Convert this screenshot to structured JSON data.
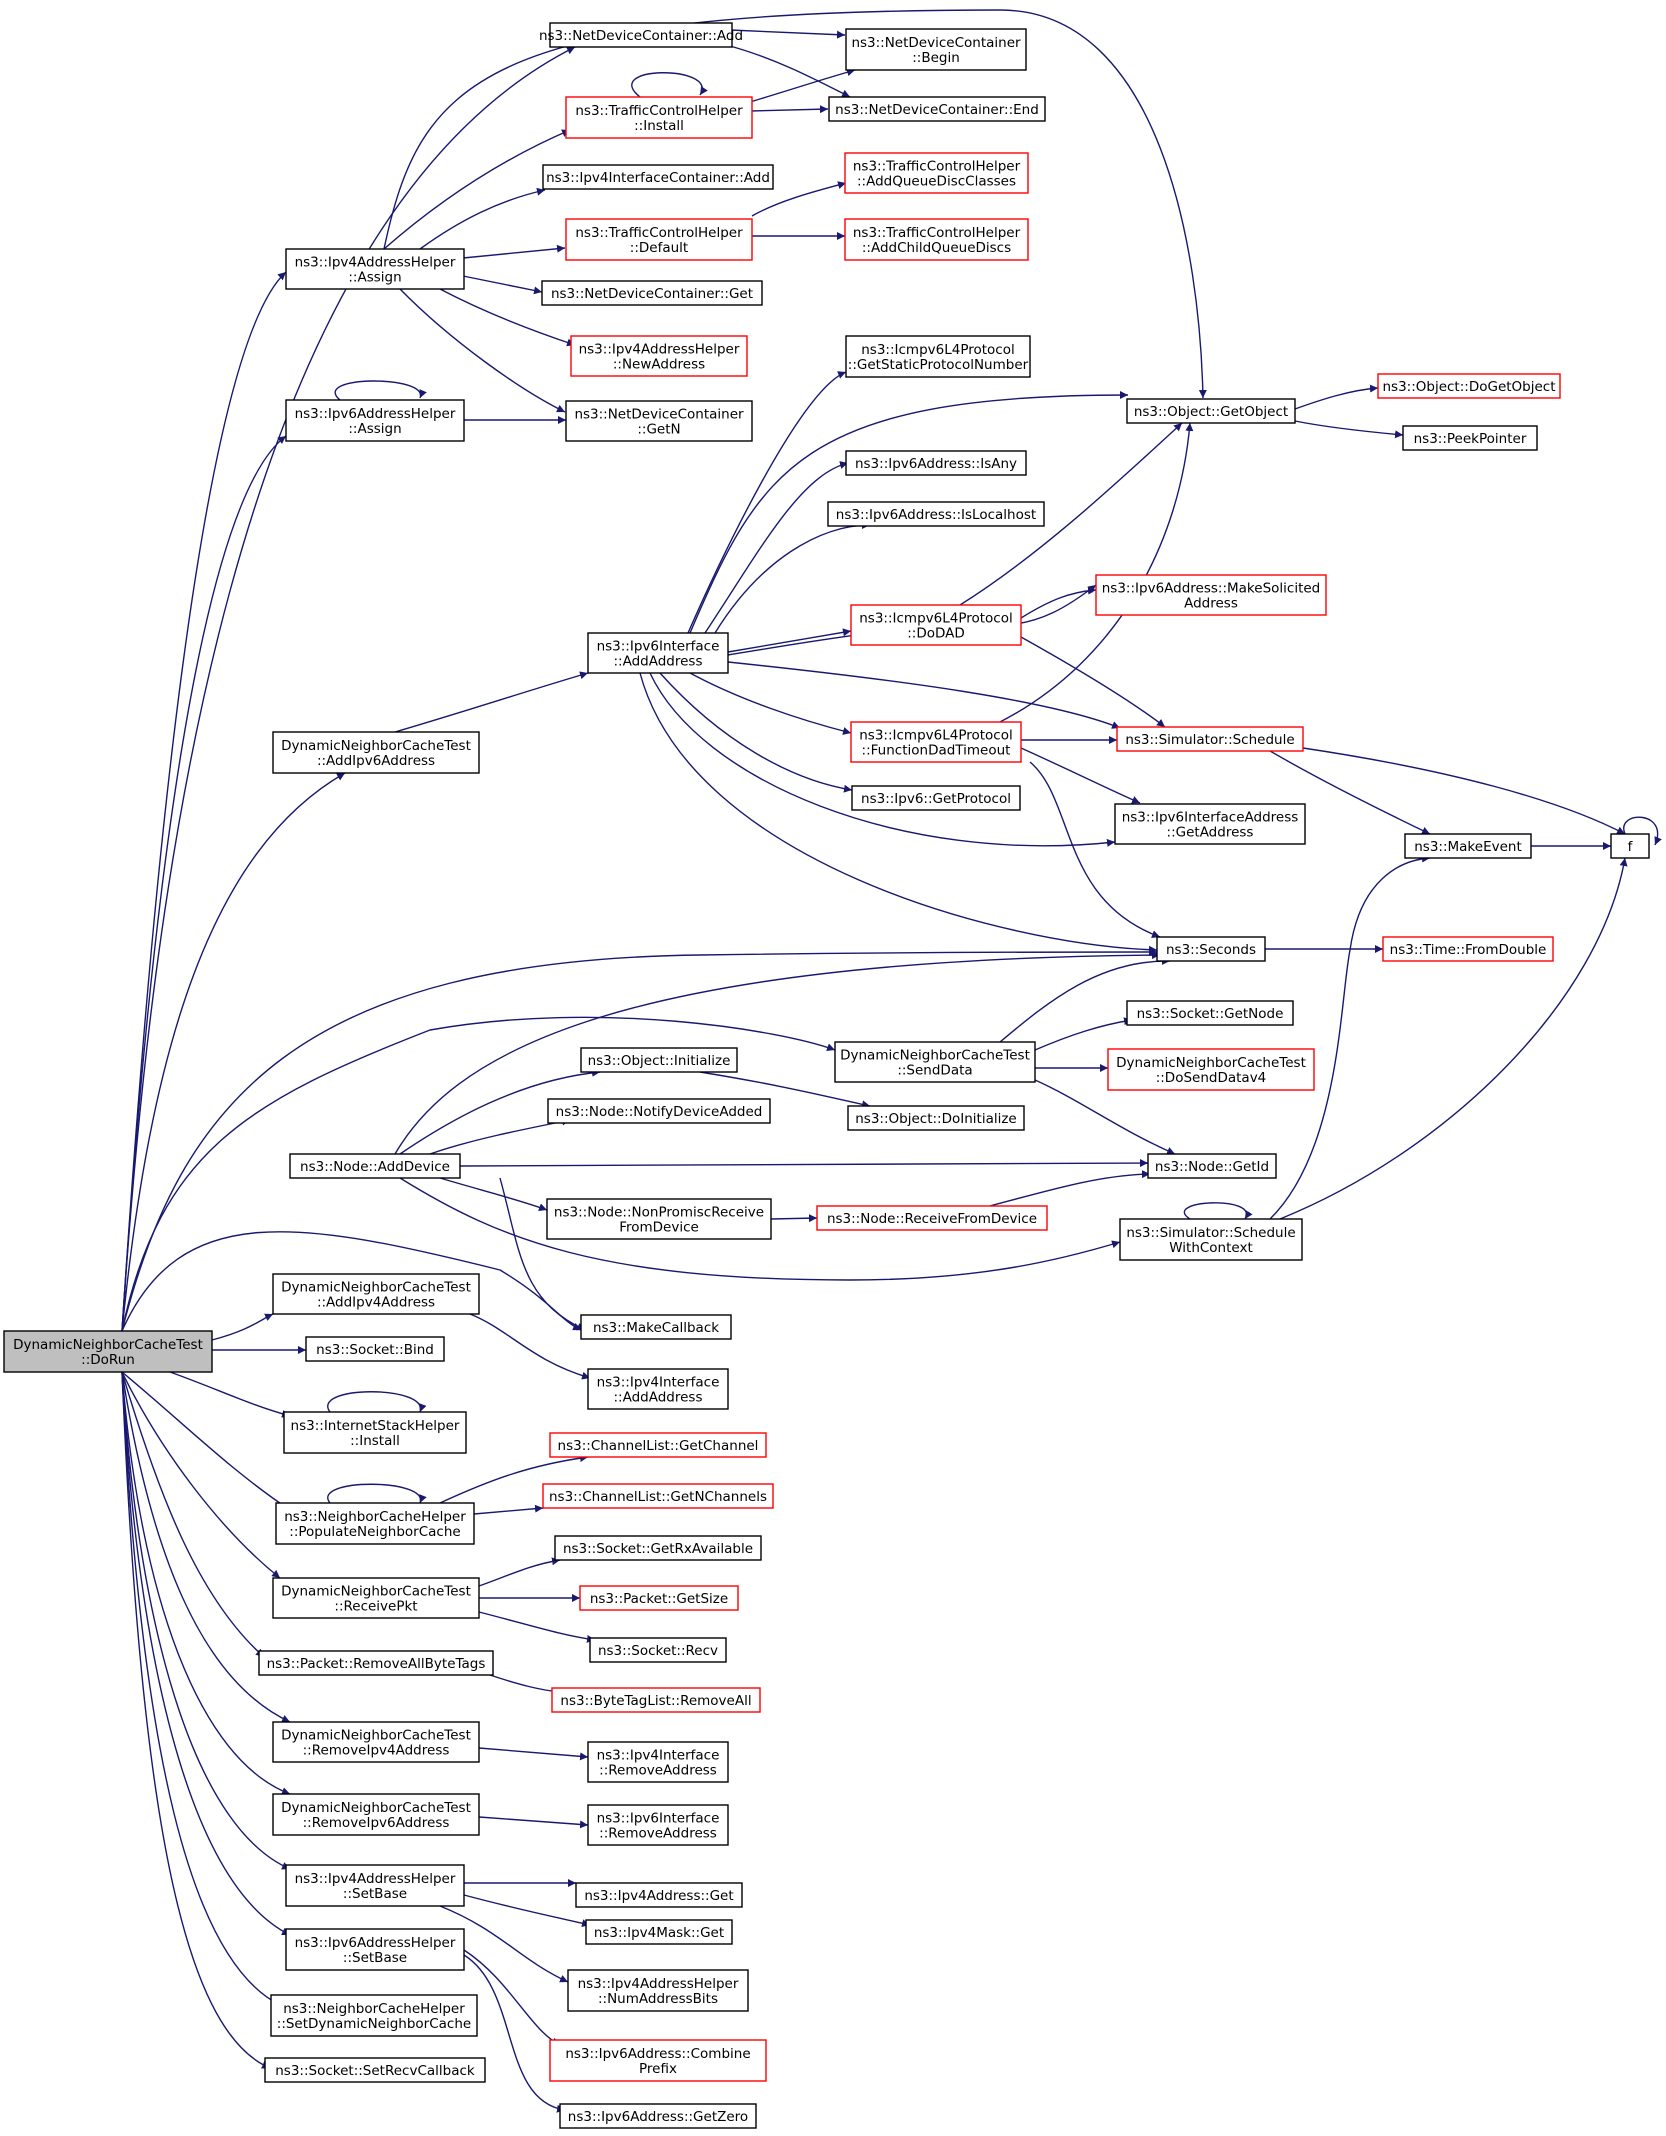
{
  "colors": {
    "edge": "#191970",
    "red_border": "#ff0000",
    "root_fill": "#bfbfbf"
  },
  "nodes": {
    "root": [
      "DynamicNeighborCacheTest",
      "::DoRun"
    ],
    "ndc_add": [
      "ns3::NetDeviceContainer::Add"
    ],
    "ndc_begin": [
      "ns3::NetDeviceContainer",
      "::Begin"
    ],
    "ndc_end": [
      "ns3::NetDeviceContainer::End"
    ],
    "tch_install": [
      "ns3::TrafficControlHelper",
      "::Install"
    ],
    "ipv4ic_add": [
      "ns3::Ipv4InterfaceContainer::Add"
    ],
    "tch_addqdc": [
      "ns3::TrafficControlHelper",
      "::AddQueueDiscClasses"
    ],
    "tch_default": [
      "ns3::TrafficControlHelper",
      "::Default"
    ],
    "tch_addchild": [
      "ns3::TrafficControlHelper",
      "::AddChildQueueDiscs"
    ],
    "ipv4ah_assign": [
      "ns3::Ipv4AddressHelper",
      "::Assign"
    ],
    "ndc_get": [
      "ns3::NetDeviceContainer::Get"
    ],
    "ipv4ah_newaddr": [
      "ns3::Ipv4AddressHelper",
      "::NewAddress"
    ],
    "icmp_static": [
      "ns3::Icmpv6L4Protocol",
      "::GetStaticProtocolNumber"
    ],
    "obj_getobject": [
      "ns3::Object::GetObject"
    ],
    "obj_dogetobject": [
      "ns3::Object::DoGetObject"
    ],
    "peekpointer": [
      "ns3::PeekPointer"
    ],
    "ipv6ah_assign": [
      "ns3::Ipv6AddressHelper",
      "::Assign"
    ],
    "ndc_getn": [
      "ns3::NetDeviceContainer",
      "::GetN"
    ],
    "ipv6a_isany": [
      "ns3::Ipv6Address::IsAny"
    ],
    "ipv6a_islocal": [
      "ns3::Ipv6Address::IsLocalhost"
    ],
    "ipv6a_makesol": [
      "ns3::Ipv6Address::MakeSolicited",
      "Address"
    ],
    "icmp_dodad": [
      "ns3::Icmpv6L4Protocol",
      "::DoDAD"
    ],
    "ipv6if_addaddr": [
      "ns3::Ipv6Interface",
      "::AddAddress"
    ],
    "dnct_addipv6": [
      "DynamicNeighborCacheTest",
      "::AddIpv6Address"
    ],
    "icmp_fdt": [
      "ns3::Icmpv6L4Protocol",
      "::FunctionDadTimeout"
    ],
    "sim_schedule": [
      "ns3::Simulator::Schedule"
    ],
    "ipv6_getprot": [
      "ns3::Ipv6::GetProtocol"
    ],
    "ipv6ifa_getaddr": [
      "ns3::Ipv6InterfaceAddress",
      "::GetAddress"
    ],
    "makeevent": [
      "ns3::MakeEvent"
    ],
    "f": [
      "f"
    ],
    "seconds": [
      "ns3::Seconds"
    ],
    "time_fromdouble": [
      "ns3::Time::FromDouble"
    ],
    "socket_getnode": [
      "ns3::Socket::GetNode"
    ],
    "obj_init": [
      "ns3::Object::Initialize"
    ],
    "dnct_senddata": [
      "DynamicNeighborCacheTest",
      "::SendData"
    ],
    "dnct_dosendv4": [
      "DynamicNeighborCacheTest",
      "::DoSendDatav4"
    ],
    "node_notify": [
      "ns3::Node::NotifyDeviceAdded"
    ],
    "obj_doinit": [
      "ns3::Object::DoInitialize"
    ],
    "node_adddevice": [
      "ns3::Node::AddDevice"
    ],
    "node_getid": [
      "ns3::Node::GetId"
    ],
    "node_nonpromisc": [
      "ns3::Node::NonPromiscReceive",
      "FromDevice"
    ],
    "node_recvfromdev": [
      "ns3::Node::ReceiveFromDevice"
    ],
    "sim_schedctx": [
      "ns3::Simulator::Schedule",
      "WithContext"
    ],
    "dnct_addipv4": [
      "DynamicNeighborCacheTest",
      "::AddIpv4Address"
    ],
    "makecallback": [
      "ns3::MakeCallback"
    ],
    "socket_bind": [
      "ns3::Socket::Bind"
    ],
    "ipv4if_addaddr": [
      "ns3::Ipv4Interface",
      "::AddAddress"
    ],
    "ish_install": [
      "ns3::InternetStackHelper",
      "::Install"
    ],
    "cl_getchannel": [
      "ns3::ChannelList::GetChannel"
    ],
    "cl_getnch": [
      "ns3::ChannelList::GetNChannels"
    ],
    "nch_populate": [
      "ns3::NeighborCacheHelper",
      "::PopulateNeighborCache"
    ],
    "socket_getrx": [
      "ns3::Socket::GetRxAvailable"
    ],
    "dnct_recvpkt": [
      "DynamicNeighborCacheTest",
      "::ReceivePkt"
    ],
    "packet_getsize": [
      "ns3::Packet::GetSize"
    ],
    "socket_recv": [
      "ns3::Socket::Recv"
    ],
    "packet_rmtags": [
      "ns3::Packet::RemoveAllByteTags"
    ],
    "btl_removeall": [
      "ns3::ByteTagList::RemoveAll"
    ],
    "dnct_rmipv4": [
      "DynamicNeighborCacheTest",
      "::RemoveIpv4Address"
    ],
    "ipv4if_rmaddr": [
      "ns3::Ipv4Interface",
      "::RemoveAddress"
    ],
    "dnct_rmipv6": [
      "DynamicNeighborCacheTest",
      "::RemoveIpv6Address"
    ],
    "ipv6if_rmaddr": [
      "ns3::Ipv6Interface",
      "::RemoveAddress"
    ],
    "ipv4ah_setbase": [
      "ns3::Ipv4AddressHelper",
      "::SetBase"
    ],
    "ipv4a_get": [
      "ns3::Ipv4Address::Get"
    ],
    "ipv4m_get": [
      "ns3::Ipv4Mask::Get"
    ],
    "ipv6ah_setbase": [
      "ns3::Ipv6AddressHelper",
      "::SetBase"
    ],
    "ipv4ah_numbits": [
      "ns3::Ipv4AddressHelper",
      "::NumAddressBits"
    ],
    "nch_setdyn": [
      "ns3::NeighborCacheHelper",
      "::SetDynamicNeighborCache"
    ],
    "ipv6a_combine": [
      "ns3::Ipv6Address::Combine",
      "Prefix"
    ],
    "socket_setrecv": [
      "ns3::Socket::SetRecvCallback"
    ],
    "ipv6a_getzero": [
      "ns3::Ipv6Address::GetZero"
    ]
  }
}
